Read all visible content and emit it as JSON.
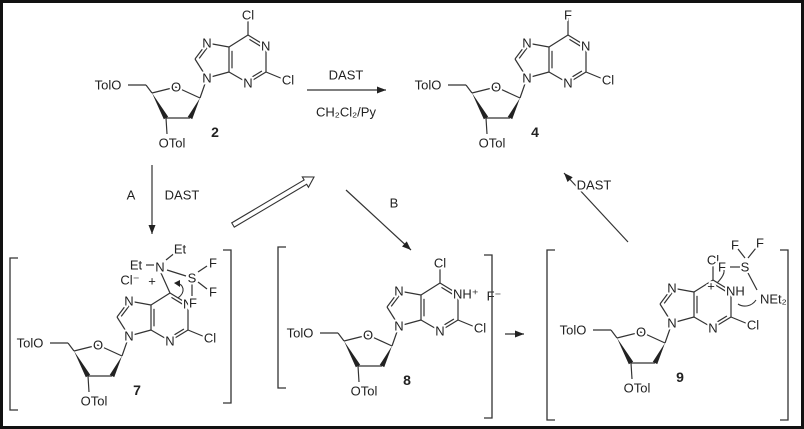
{
  "scheme": {
    "compounds": [
      {
        "label": "2",
        "c5_group": "TolO",
        "c3_group": "OTol",
        "ring_o": "O",
        "n7": "N",
        "n9": "N",
        "n1": "N",
        "n3": "N",
        "c6_sub": "Cl",
        "c2_sub": "Cl",
        "extras": []
      },
      {
        "label": "4",
        "c5_group": "TolO",
        "c3_group": "OTol",
        "ring_o": "O",
        "n7": "N",
        "n9": "N",
        "n1": "N",
        "n3": "N",
        "c6_sub": "F",
        "c2_sub": "Cl",
        "extras": []
      },
      {
        "label": "7",
        "c5_group": "TolO",
        "c3_group": "OTol",
        "ring_o": "O",
        "n7": "N",
        "n9": "N",
        "n1": "N",
        "n3": "N",
        "c6_sub": "",
        "c2_sub": "Cl",
        "extras": [
          "N",
          "Et",
          "Et",
          "S",
          "F",
          "F",
          "F",
          "Cl⁻",
          "+"
        ]
      },
      {
        "label": "8",
        "c5_group": "TolO",
        "c3_group": "OTol",
        "ring_o": "O",
        "n7": "N",
        "n9": "N",
        "n1": "NH⁺",
        "n3": "N",
        "c6_sub": "Cl",
        "c2_sub": "Cl",
        "extras": [
          "F⁻"
        ]
      },
      {
        "label": "9",
        "c5_group": "TolO",
        "c3_group": "OTol",
        "ring_o": "O",
        "n7": "N",
        "n9": "N",
        "n1": "NH",
        "n3": "N",
        "c6_sub": "Cl",
        "c2_sub": "Cl",
        "extras": [
          "F",
          "S",
          "F",
          "F",
          "NEt₂",
          "+"
        ]
      }
    ],
    "arrows": {
      "main_top": "DAST",
      "main_bottom": "CH₂Cl₂/Py",
      "path_a_letter": "A",
      "path_a_reagent": "DAST",
      "path_b_letter": "B",
      "to_product_reagent": "DAST"
    }
  }
}
